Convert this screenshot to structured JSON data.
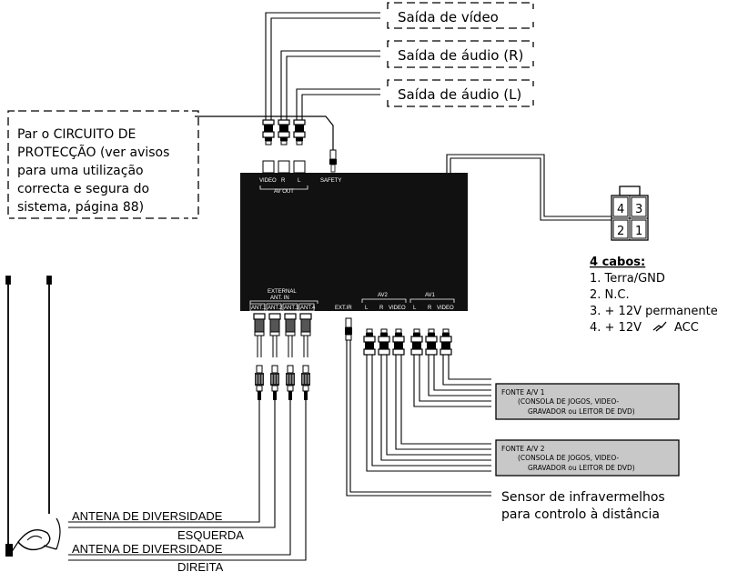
{
  "outputs": {
    "video_out": "Saída de vídeo",
    "audio_r": "Saída de áudio (R)",
    "audio_l": "Saída de áudio (L)"
  },
  "protection_note": {
    "line1": "Par o CIRCUITO DE",
    "line2": "PROTECÇÃO (ver avisos",
    "line3": "para uma utilização",
    "line4": "correcta e segura do",
    "line5": "sistema, página 88)"
  },
  "device": {
    "av_out_video": "VIDEO",
    "av_out_r": "R",
    "av_out_l": "L",
    "av_out": "AV OUT",
    "safety": "SAFETY",
    "external": "EXTERNAL",
    "ant_in": "ANT. IN",
    "ant1": "ANT.1",
    "ant2": "ANT.2",
    "ant3": "ANT.3",
    "ant4": "ANT.4",
    "ext_ir": "EXT.IR",
    "av2": "AV2",
    "av1": "AV1",
    "av2_l": "L",
    "av2_r": "R",
    "av2_video": "VIDEO",
    "av1_l": "L",
    "av1_r": "R",
    "av1_video": "VIDEO"
  },
  "connector": {
    "pin4": "4",
    "pin3": "3",
    "pin2": "2",
    "pin1": "1",
    "title": "4 cabos:",
    "wire1": "1. Terra/GND",
    "wire2": "2. N.C.",
    "wire3": "3. + 12V permanente",
    "wire4_prefix": "4. + 12V",
    "wire4_suffix": "ACC"
  },
  "sources": {
    "src1_line1": "FONTE A/V 1",
    "src1_line2": "(CONSOLA DE JOGOS, VIDEO-",
    "src1_line3": "GRAVADOR ou LEITOR DE DVD)",
    "src2_line1": "FONTE A/V 2",
    "src2_line2": "(CONSOLA DE JOGOS, VIDEO-",
    "src2_line3": "GRAVADOR ou LEITOR DE DVD)",
    "source_fill": "#c8c8c8"
  },
  "ir_sensor": {
    "line1": "Sensor de infravermelhos",
    "line2": "para controlo à distância"
  },
  "antennas": {
    "left_line1": "ANTENA DE DIVERSIDADE",
    "left_line2": "ESQUERDA",
    "right_line1": "ANTENA DE DIVERSIDADE",
    "right_line2": "DIREITA"
  },
  "colors": {
    "device_body": "#111111",
    "line": "#000000"
  }
}
